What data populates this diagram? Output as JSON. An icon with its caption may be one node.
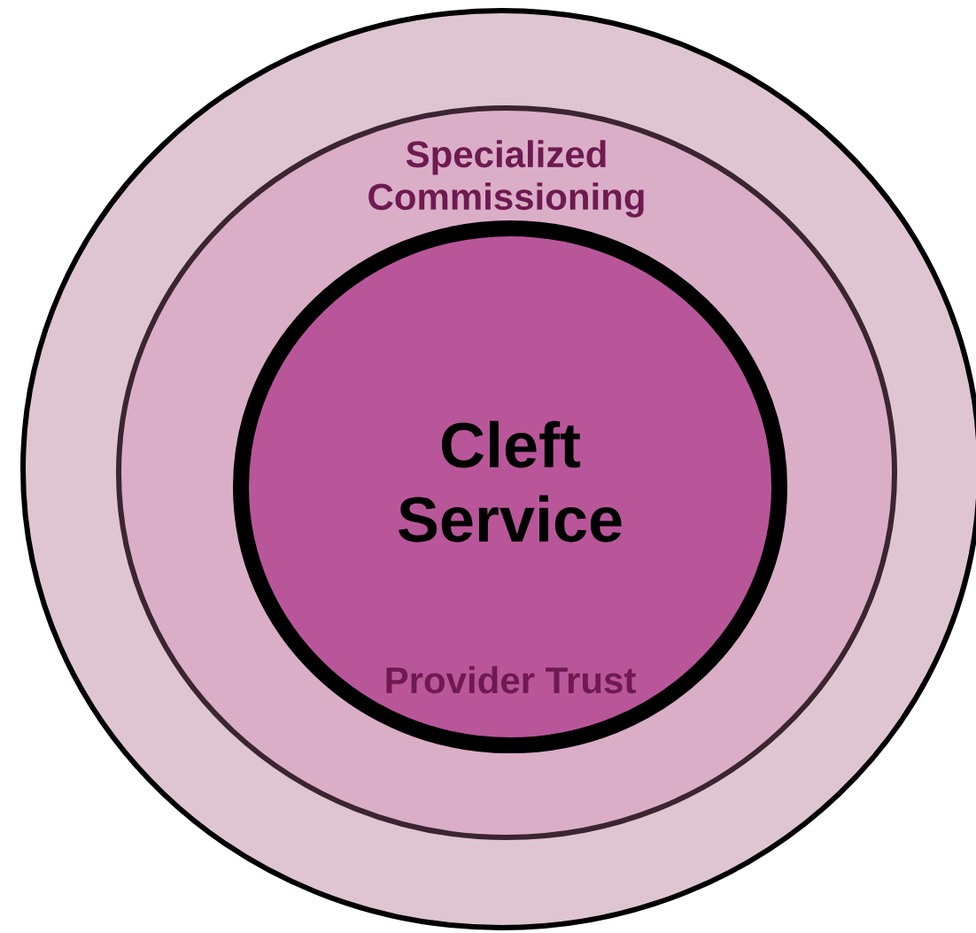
{
  "diagram": {
    "nodes": [
      {
        "text": [],
        "shape": "circle"
      },
      {
        "text": [
          "Specialized Commissioning"
        ],
        "in": 0
      },
      {
        "text": [
          "Cleft Service",
          "Provider Trust"
        ],
        "in": 1
      }
    ]
  }
}
